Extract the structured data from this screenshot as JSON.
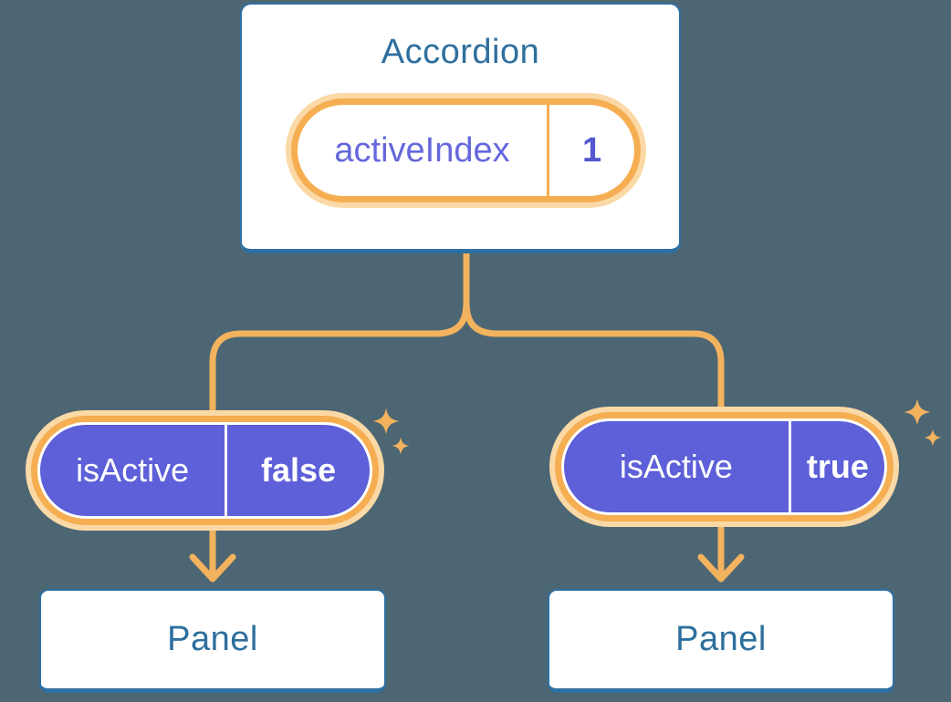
{
  "colors": {
    "background": "#4D6673",
    "card_border": "#2E70A2",
    "card_text": "#2E6F9E",
    "pill_ring_orange": "#F5AE51",
    "pill_halo_orange": "#FBD9A6",
    "connector_orange": "#F3B25E",
    "prop_pill_purple": "#5D60D8",
    "state_text_purple": "#6568DC",
    "prop_text_white": "#FFFFFF"
  },
  "accordion_card": {
    "title": "Accordion",
    "state_pill": {
      "name": "activeIndex",
      "value": "1"
    }
  },
  "left_branch": {
    "prop_pill": {
      "name": "isActive",
      "value": "false"
    },
    "panel": {
      "title": "Panel"
    }
  },
  "right_branch": {
    "prop_pill": {
      "name": "isActive",
      "value": "true"
    },
    "panel": {
      "title": "Panel"
    }
  }
}
